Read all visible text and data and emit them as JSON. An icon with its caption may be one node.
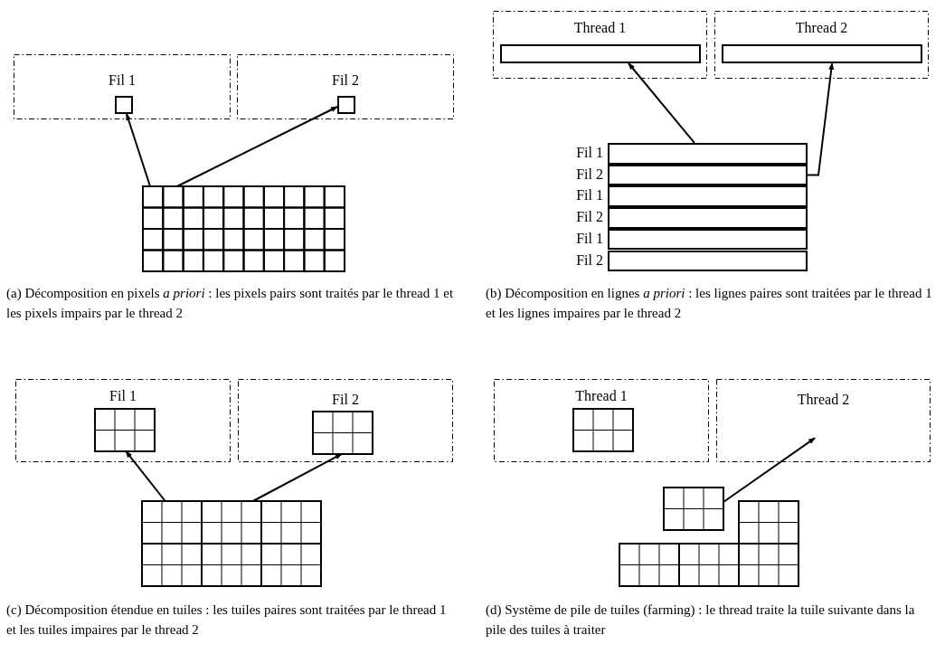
{
  "diagram": {
    "nodes": [
      {
        "text": [
          "Fil 1"
        ]
      },
      {
        "text": [],
        "shape": "box",
        "in": 0
      },
      {
        "text": [
          "Fil 2"
        ]
      },
      {
        "text": [],
        "shape": "box",
        "in": 2
      },
      {
        "text": [],
        "shape": "grid"
      },
      {
        "text": [
          "Thread 1"
        ]
      },
      {
        "text": [],
        "shape": "bar",
        "in": 5
      },
      {
        "text": [
          "Thread 2"
        ]
      },
      {
        "text": [],
        "shape": "bar",
        "in": 7
      },
      {
        "text": [
          "Fil 1"
        ]
      },
      {
        "text": [
          "Fil 2"
        ]
      },
      {
        "text": [
          "Fil 1"
        ]
      },
      {
        "text": [
          "Fil 2"
        ]
      },
      {
        "text": [
          "Fil 1"
        ]
      },
      {
        "text": [
          "Fil 2"
        ]
      },
      {
        "text": [
          "Fil 1"
        ]
      },
      {
        "text": [],
        "shape": "grid",
        "in": 15
      },
      {
        "text": [
          "Fil 2"
        ]
      },
      {
        "text": [],
        "shape": "grid",
        "in": 17
      },
      {
        "text": [],
        "shape": "grid"
      },
      {
        "text": [
          "Thread 1"
        ]
      },
      {
        "text": [],
        "shape": "grid",
        "in": 20
      },
      {
        "text": [
          "Thread 2"
        ]
      },
      {
        "text": [],
        "shape": "grid"
      },
      {
        "text": [],
        "shape": "grid"
      }
    ],
    "edges": [
      {
        "from": 4,
        "to": 1,
        "arrow": "to"
      },
      {
        "from": 4,
        "to": 3,
        "arrow": "to"
      },
      {
        "from": 9,
        "to": 6,
        "arrow": "to"
      },
      {
        "from": 10,
        "to": 8,
        "arrow": "to"
      },
      {
        "from": 19,
        "to": 16,
        "arrow": "to"
      },
      {
        "from": 19,
        "to": 18,
        "arrow": "to"
      },
      {
        "from": 23,
        "to": 22,
        "arrow": "to"
      }
    ],
    "labels": [
      "(a) Décomposition en pixels *a priori* : les pixels pairs sont traités par le thread 1 et les pixels impairs par le thread 2",
      "(b) Décomposition en lignes *a priori* : les lignes paires sont traitées par le thread 1 et les lignes impaires par le thread 2",
      "(c) Décomposition étendue en tuiles : les tuiles paires sont traitées par le thread 1 et les tuiles impaires par le thread 2",
      "(d) Système de pile de tuiles (farming) : le thread traite la tuile suivante dans la pile des tuiles à traiter"
    ]
  }
}
